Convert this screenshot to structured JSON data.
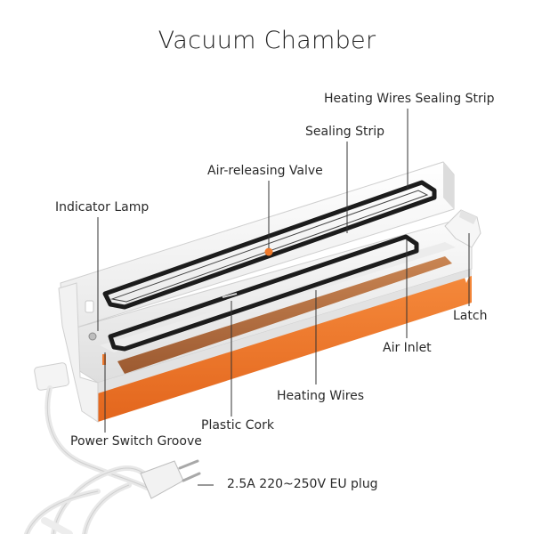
{
  "title": "Vacuum Chamber",
  "labels": {
    "heating_wires_sealing_strip": "Heating Wires Sealing Strip",
    "sealing_strip": "Sealing Strip",
    "air_releasing_valve": "Air-releasing Valve",
    "indicator_lamp": "Indicator Lamp",
    "latch": "Latch",
    "air_inlet": "Air Inlet",
    "heating_wires": "Heating Wires",
    "plastic_cork": "Plastic Cork",
    "power_switch_groove": "Power Switch Groove",
    "eu_plug": "2.5A 220~250V EU plug"
  },
  "colors": {
    "accent_orange": "#f07a2c",
    "body_white": "#f5f5f5",
    "strip_black": "#1c1c1c",
    "heating_wire_brown": "#b0683c",
    "leader_line": "#333333"
  }
}
